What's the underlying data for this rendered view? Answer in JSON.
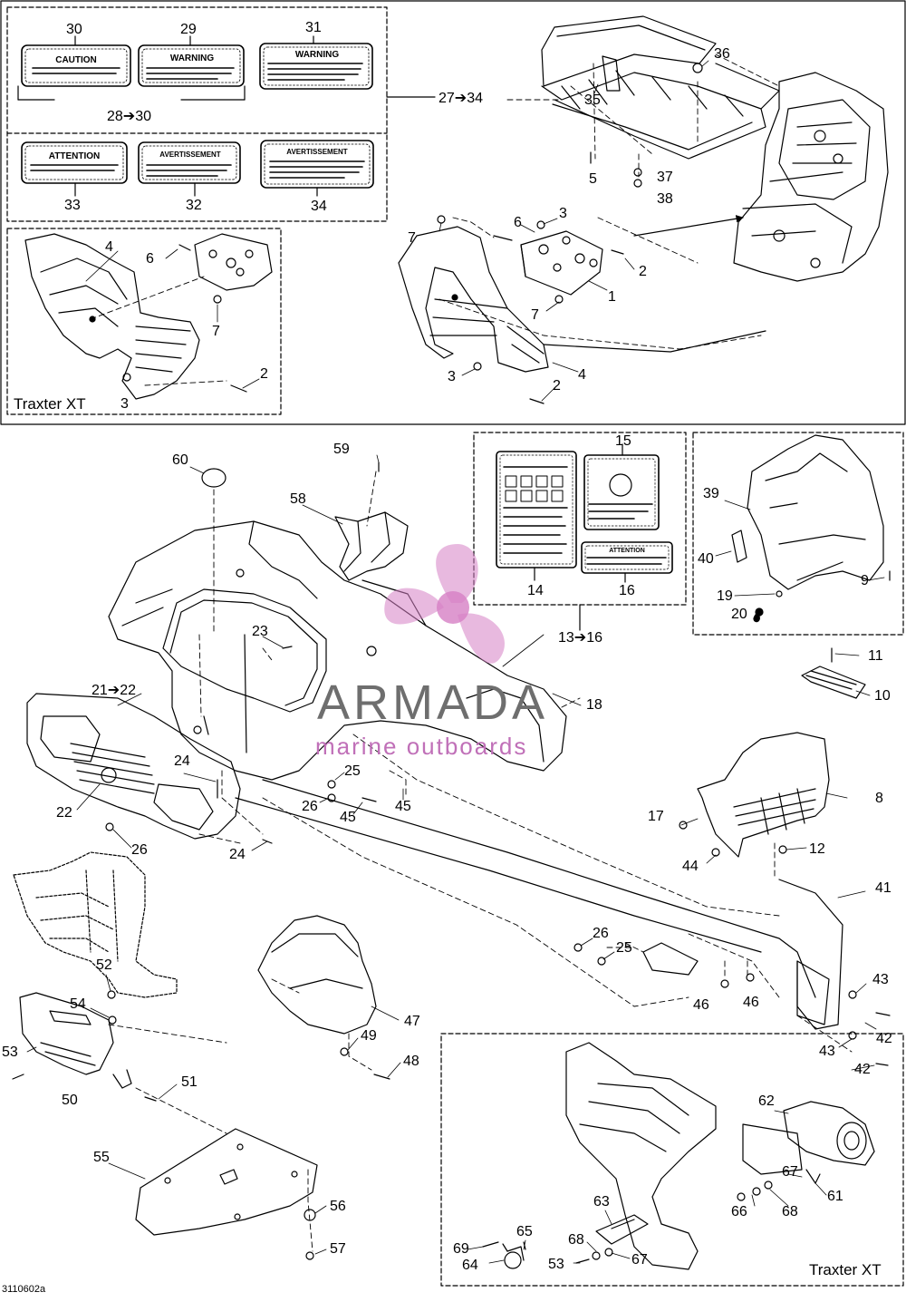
{
  "watermark": {
    "brand": "ARMADA",
    "tagline": "marine outboards",
    "color_primary": "#6e6e6e",
    "color_accent": "#d67fc4"
  },
  "document_id": "3110602a",
  "sections": {
    "top_variant_title": "Traxter XT",
    "bottom_variant_title": "Traxter XT"
  },
  "decals": {
    "caution_30": "CAUTION",
    "warning_29": "WARNING",
    "warning_31": "WARNING",
    "attention_33": "ATTENTION",
    "avertissement_32": "AVERTISSEMENT",
    "avertissement_34": "AVERTISSEMENT",
    "attention_16": "ATTENTION"
  },
  "callouts": [
    {
      "id": "c30",
      "text": "30"
    },
    {
      "id": "c29",
      "text": "29"
    },
    {
      "id": "c31",
      "text": "31"
    },
    {
      "id": "c28_30",
      "text": "28➔30"
    },
    {
      "id": "c27_34",
      "text": "27➔34"
    },
    {
      "id": "c33",
      "text": "33"
    },
    {
      "id": "c32",
      "text": "32"
    },
    {
      "id": "c34",
      "text": "34"
    },
    {
      "id": "c36",
      "text": "36"
    },
    {
      "id": "c35",
      "text": "35"
    },
    {
      "id": "c5",
      "text": "5"
    },
    {
      "id": "c37",
      "text": "37"
    },
    {
      "id": "c38",
      "text": "38"
    },
    {
      "id": "c4a",
      "text": "4"
    },
    {
      "id": "c6a",
      "text": "6"
    },
    {
      "id": "c7a",
      "text": "7"
    },
    {
      "id": "c2a",
      "text": "2"
    },
    {
      "id": "c3a",
      "text": "3"
    },
    {
      "id": "c7b",
      "text": "7"
    },
    {
      "id": "c6b",
      "text": "6"
    },
    {
      "id": "c3b",
      "text": "3"
    },
    {
      "id": "c2b",
      "text": "2"
    },
    {
      "id": "c1",
      "text": "1"
    },
    {
      "id": "c7c",
      "text": "7"
    },
    {
      "id": "c3c",
      "text": "3"
    },
    {
      "id": "c4b",
      "text": "4"
    },
    {
      "id": "c2c",
      "text": "2"
    },
    {
      "id": "c60",
      "text": "60"
    },
    {
      "id": "c59",
      "text": "59"
    },
    {
      "id": "c58",
      "text": "58"
    },
    {
      "id": "c15",
      "text": "15"
    },
    {
      "id": "c14",
      "text": "14"
    },
    {
      "id": "c16",
      "text": "16"
    },
    {
      "id": "c13_16",
      "text": "13➔16"
    },
    {
      "id": "c39",
      "text": "39"
    },
    {
      "id": "c40",
      "text": "40"
    },
    {
      "id": "c9",
      "text": "9"
    },
    {
      "id": "c19",
      "text": "19"
    },
    {
      "id": "c20",
      "text": "20"
    },
    {
      "id": "c23",
      "text": "23"
    },
    {
      "id": "c21_22",
      "text": "21➔22"
    },
    {
      "id": "c18",
      "text": "18"
    },
    {
      "id": "c11",
      "text": "11"
    },
    {
      "id": "c10",
      "text": "10"
    },
    {
      "id": "c24a",
      "text": "24"
    },
    {
      "id": "c25a",
      "text": "25"
    },
    {
      "id": "c26a",
      "text": "26"
    },
    {
      "id": "c45a",
      "text": "45"
    },
    {
      "id": "c45b",
      "text": "45"
    },
    {
      "id": "c22",
      "text": "22"
    },
    {
      "id": "c26b",
      "text": "26"
    },
    {
      "id": "c24b",
      "text": "24"
    },
    {
      "id": "c8",
      "text": "8"
    },
    {
      "id": "c17",
      "text": "17"
    },
    {
      "id": "c44",
      "text": "44"
    },
    {
      "id": "c12",
      "text": "12"
    },
    {
      "id": "c41",
      "text": "41"
    },
    {
      "id": "c26c",
      "text": "26"
    },
    {
      "id": "c25b",
      "text": "25"
    },
    {
      "id": "c46a",
      "text": "46"
    },
    {
      "id": "c46b",
      "text": "46"
    },
    {
      "id": "c43a",
      "text": "43"
    },
    {
      "id": "c42a",
      "text": "42"
    },
    {
      "id": "c43b",
      "text": "43"
    },
    {
      "id": "c42b",
      "text": "42"
    },
    {
      "id": "c52",
      "text": "52"
    },
    {
      "id": "c54",
      "text": "54"
    },
    {
      "id": "c53a",
      "text": "53"
    },
    {
      "id": "c50",
      "text": "50"
    },
    {
      "id": "c51",
      "text": "51"
    },
    {
      "id": "c47",
      "text": "47"
    },
    {
      "id": "c49",
      "text": "49"
    },
    {
      "id": "c48",
      "text": "48"
    },
    {
      "id": "c55",
      "text": "55"
    },
    {
      "id": "c56",
      "text": "56"
    },
    {
      "id": "c57",
      "text": "57"
    },
    {
      "id": "c62",
      "text": "62"
    },
    {
      "id": "c67a",
      "text": "67"
    },
    {
      "id": "c61",
      "text": "61"
    },
    {
      "id": "c66",
      "text": "66"
    },
    {
      "id": "c68a",
      "text": "68"
    },
    {
      "id": "c63",
      "text": "63"
    },
    {
      "id": "c65",
      "text": "65"
    },
    {
      "id": "c68b",
      "text": "68"
    },
    {
      "id": "c69",
      "text": "69"
    },
    {
      "id": "c64",
      "text": "64"
    },
    {
      "id": "c53b",
      "text": "53"
    },
    {
      "id": "c67b",
      "text": "67"
    }
  ]
}
